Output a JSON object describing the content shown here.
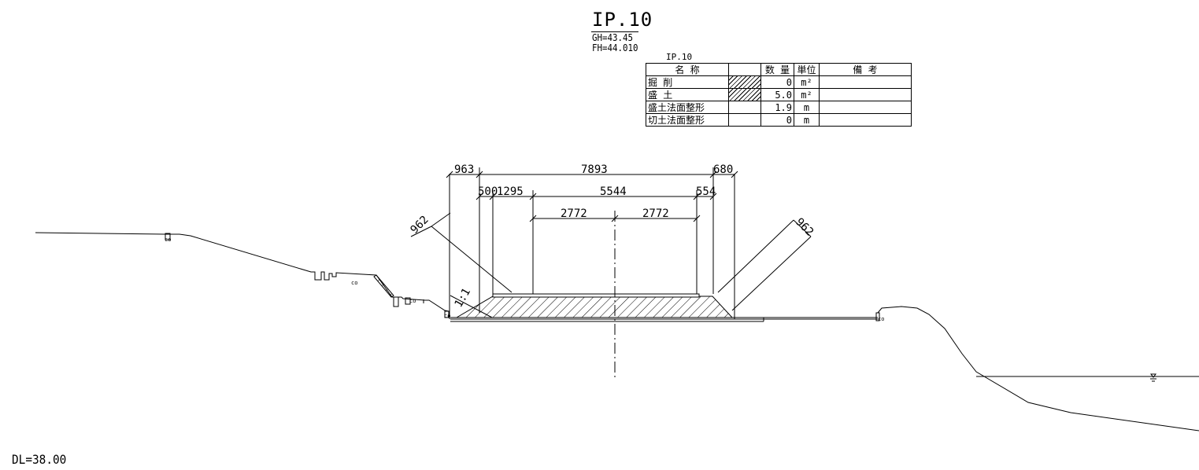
{
  "section": {
    "title": "IP.10",
    "gh": "GH=43.45",
    "fh": "FH=44.010",
    "datum": "DL=38.00"
  },
  "quantity_table": {
    "caption": "IP.10",
    "headers": [
      "名 称",
      "",
      "数 量",
      "単位",
      "備 考"
    ],
    "rows": [
      {
        "name": "掘 削",
        "hatched": true,
        "qty": "0",
        "unit": "m²",
        "note": ""
      },
      {
        "name": "盛 土",
        "hatched": true,
        "qty": "5.0",
        "unit": "m²",
        "note": ""
      },
      {
        "name": "盛土法面整形",
        "hatched": false,
        "qty": "1.9",
        "unit": "m",
        "note": ""
      },
      {
        "name": "切土法面整形",
        "hatched": false,
        "qty": "0",
        "unit": "m",
        "note": ""
      }
    ]
  },
  "dimensions": {
    "d963": "963",
    "d7893": "7893",
    "d680": "680",
    "d500": "500",
    "d1295": "1295",
    "d5544": "5544",
    "d554": "554",
    "d2772_left": "2772",
    "d2772_right": "2772",
    "d962_left": "962",
    "d962_right": "962",
    "slope": "1:1"
  },
  "markers": {
    "co": "co"
  }
}
